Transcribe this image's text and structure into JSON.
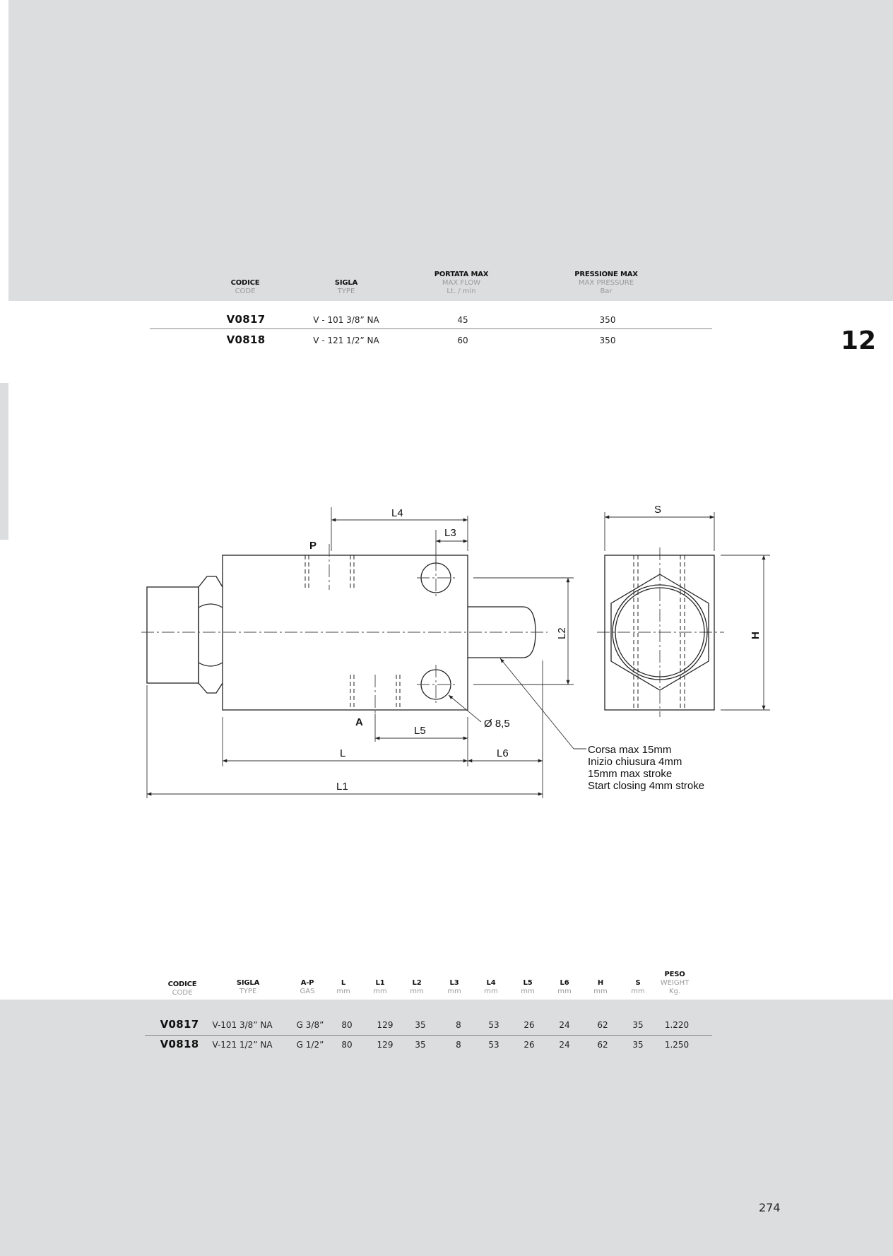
{
  "chapter_number": "12",
  "page_number": "274",
  "table1": {
    "headers": {
      "code": {
        "it": "CODICE",
        "en": "CODE"
      },
      "type": {
        "it": "SIGLA",
        "en": "TYPE"
      },
      "flow": {
        "it": "PORTATA MAX",
        "en": "MAX FLOW",
        "unit": "Lt. / min"
      },
      "pressure": {
        "it": "PRESSIONE MAX",
        "en": "MAX PRESSURE",
        "unit": "Bar"
      }
    },
    "rows": [
      {
        "code": "V0817",
        "type": "V - 101 3/8” NA",
        "flow": "45",
        "pressure": "350"
      },
      {
        "code": "V0818",
        "type": "V - 121 1/2” NA",
        "flow": "60",
        "pressure": "350"
      }
    ]
  },
  "drawing": {
    "labels": {
      "L4": "L4",
      "L3": "L3",
      "P": "P",
      "A": "A",
      "L5": "L5",
      "L": "L",
      "L6": "L6",
      "L1": "L1",
      "L2": "L2",
      "S": "S",
      "H": "H",
      "hole": "Ø 8,5"
    },
    "note": [
      "Corsa max 15mm",
      "Inizio chiusura 4mm",
      "15mm max stroke",
      "Start closing 4mm stroke"
    ]
  },
  "table2": {
    "headers": [
      {
        "top": "",
        "it": "CODICE",
        "en": "CODE"
      },
      {
        "top": "",
        "it": "SIGLA",
        "en": "TYPE"
      },
      {
        "top": "",
        "it": "A-P",
        "en": "GAS"
      },
      {
        "top": "",
        "it": "L",
        "en": "mm"
      },
      {
        "top": "",
        "it": "L1",
        "en": "mm"
      },
      {
        "top": "",
        "it": "L2",
        "en": "mm"
      },
      {
        "top": "",
        "it": "L3",
        "en": "mm"
      },
      {
        "top": "",
        "it": "L4",
        "en": "mm"
      },
      {
        "top": "",
        "it": "L5",
        "en": "mm"
      },
      {
        "top": "",
        "it": "L6",
        "en": "mm"
      },
      {
        "top": "",
        "it": "H",
        "en": "mm"
      },
      {
        "top": "",
        "it": "S",
        "en": "mm"
      },
      {
        "top": "PESO",
        "it": "WEIGHT",
        "en": "Kg."
      }
    ],
    "rows": [
      {
        "code": "V0817",
        "type": "V-101 3/8” NA",
        "gas": "G 3/8”",
        "L": "80",
        "L1": "129",
        "L2": "35",
        "L3": "8",
        "L4": "53",
        "L5": "26",
        "L6": "24",
        "H": "62",
        "S": "35",
        "weight": "1.220"
      },
      {
        "code": "V0818",
        "type": "V-121 1/2” NA",
        "gas": "G 1/2”",
        "L": "80",
        "L1": "129",
        "L2": "35",
        "L3": "8",
        "L4": "53",
        "L5": "26",
        "L6": "24",
        "H": "62",
        "S": "35",
        "weight": "1.250"
      }
    ]
  }
}
